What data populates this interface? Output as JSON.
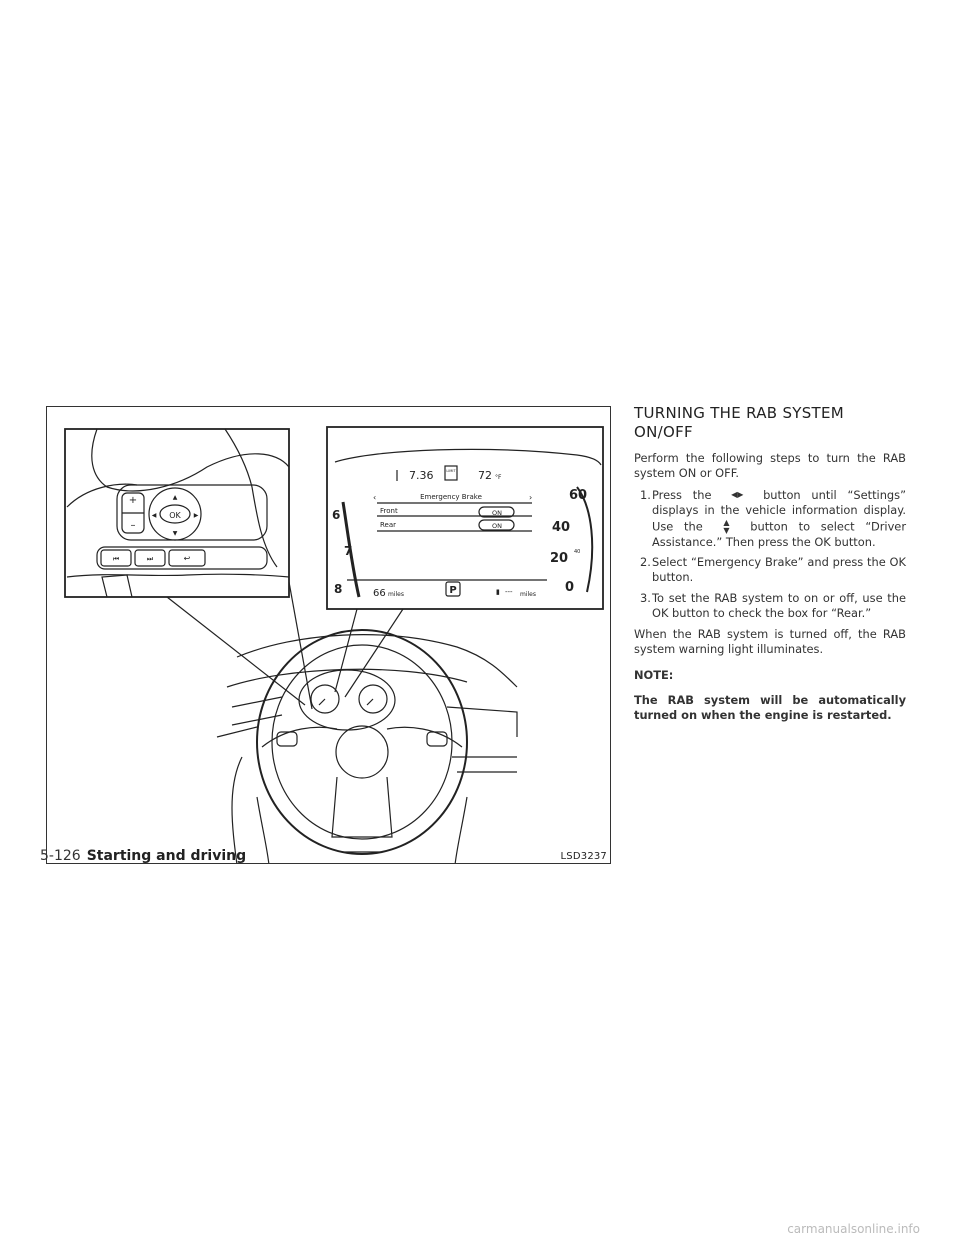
{
  "figure": {
    "code": "LSD3237",
    "cluster": {
      "clock": "7.36",
      "limit_label": "LIMIT",
      "temperature": "72",
      "temp_unit": "°F",
      "menu_title": "Emergency Brake",
      "rows": [
        {
          "label": "Front",
          "state": "ON"
        },
        {
          "label": "Rear",
          "state": "ON"
        }
      ],
      "tach_labels": [
        "6",
        "7",
        "8"
      ],
      "speed_labels": [
        "60",
        "40",
        "20",
        "0"
      ],
      "speed_small_label": "40",
      "range_value": "66",
      "range_unit": "miles",
      "gear": "P",
      "fuel_range": "---",
      "fuel_unit": "miles"
    },
    "wheel_buttons": {
      "ok": "OK"
    }
  },
  "section": {
    "title_line1": "TURNING THE RAB SYSTEM",
    "title_line2": "ON/OFF",
    "intro": "Perform the following steps to turn the RAB system ON or OFF.",
    "steps": [
      {
        "num": "1.",
        "pre": "Press the",
        "icon": "left-right-arrows",
        "mid": "button until “Settings” displays in the vehicle information display. Use the",
        "icon2": "up-down-arrows",
        "post": "button to select “Driver Assistance.” Then press the OK button."
      },
      {
        "num": "2.",
        "text": "Select “Emergency Brake” and press the OK button."
      },
      {
        "num": "3.",
        "text": "To set the RAB system to on or off, use the OK button to check the box for “Rear.”"
      }
    ],
    "after": "When the RAB system is turned off, the RAB system warning light illuminates.",
    "note_heading": "NOTE:",
    "note_body": "The RAB system will be automatically turned on when the engine is restarted."
  },
  "footer": {
    "page": "5-126",
    "chapter": "Starting and driving"
  },
  "watermark": "carmanualsonline.info"
}
